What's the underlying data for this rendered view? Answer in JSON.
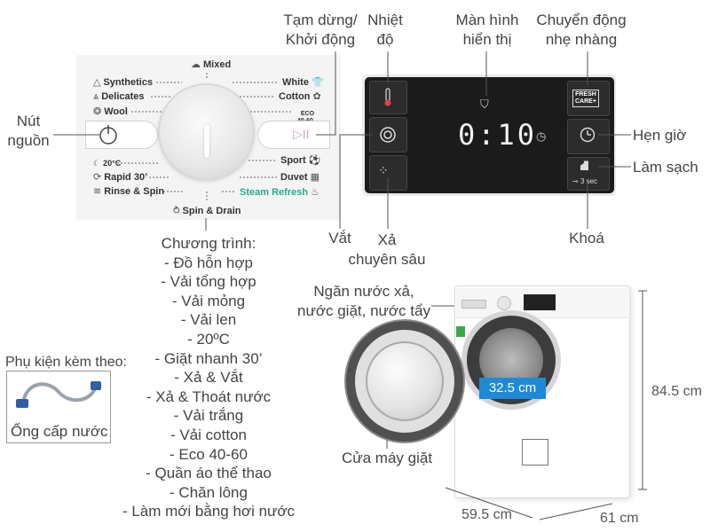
{
  "labels": {
    "tam_dung": [
      "Tạm dừng/",
      "Khởi động"
    ],
    "nhiet_do": [
      "Nhiệt",
      "độ"
    ],
    "man_hinh": [
      "Màn hình",
      "hiển thị"
    ],
    "chuyen_dong": [
      "Chuyển động",
      "nhẹ nhàng"
    ],
    "nut_nguon": [
      "Nút",
      "nguồn"
    ],
    "hen_gio": "Hẹn giờ",
    "lam_sach": "Làm sạch",
    "vat": "Vắt",
    "xa": [
      "Xả",
      "chuyên sâu"
    ],
    "khoa": "Khoá",
    "ngan_nuoc": [
      "Ngăn nước xả,",
      "nước giặt, nước tẩy"
    ],
    "cua_may": "Cửa máy giặt",
    "phu_kien": "Phụ kiện kèm theo:",
    "ong_cap": "Ống cấp nước"
  },
  "programs_title": "Chương trình:",
  "programs": [
    "- Đồ hỗn hợp",
    "- Vải tổng hợp",
    "- Vải mỏng",
    "- Vải len",
    "- 20ºC",
    "- Giặt nhanh 30’",
    "- Xả & Vắt",
    "- Xả & Thoát nước",
    "- Vải trắng",
    "- Vải cotton",
    "- Eco 40-60",
    "- Quần áo thể thao",
    "- Chăn lông",
    "- Làm mới bằng hơi nước"
  ],
  "panel": {
    "mixed": "Mixed",
    "synthetics": "Synthetics",
    "delicates": "Delicates",
    "wool": "Wool",
    "c20": "20°C",
    "rapid": "Rapid 30’",
    "rinse": "Rinse & Spin",
    "spin": "Spin & Drain",
    "white": "White",
    "cotton": "Cotton",
    "eco": "ECO\n40-60",
    "sport": "Sport",
    "duvet": "Duvet",
    "steam": "Steam Refresh",
    "display_time": "0:10",
    "fresh_care": "FRESH\nCARE+",
    "lock_hint": "3 sec"
  },
  "dimensions": {
    "height": "84.5 cm",
    "width": "59.5 cm",
    "depth": "61 cm",
    "door": "32.5 cm"
  },
  "colors": {
    "measure": "#1e8ad6",
    "steam": "#2aa890"
  }
}
